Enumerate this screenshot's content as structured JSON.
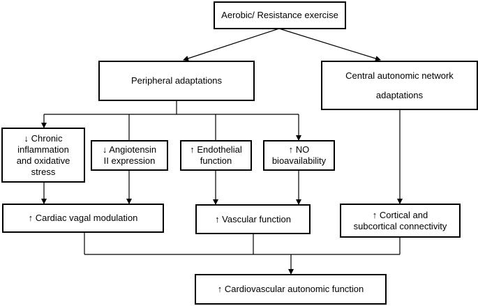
{
  "boxes": {
    "exercise": "Aerobic/ Resistance exercise",
    "peripheral": "Peripheral adaptations",
    "central": "Central autonomic network\n\nadaptations",
    "inflammation": "↓ Chronic\ninflammation\nand oxidative\nstress",
    "angiotensin": "↓ Angiotensin\nII expression",
    "endothelial": "↑ Endothelial\nfunction",
    "no": "↑ NO\nbioavailability",
    "vagal": "↑ Cardiac vagal modulation",
    "vascular": "↑ Vascular function",
    "cortical": "↑ Cortical and\nsubcortical connectivity",
    "cardio": "↑ Cardiovascular autonomic function"
  }
}
